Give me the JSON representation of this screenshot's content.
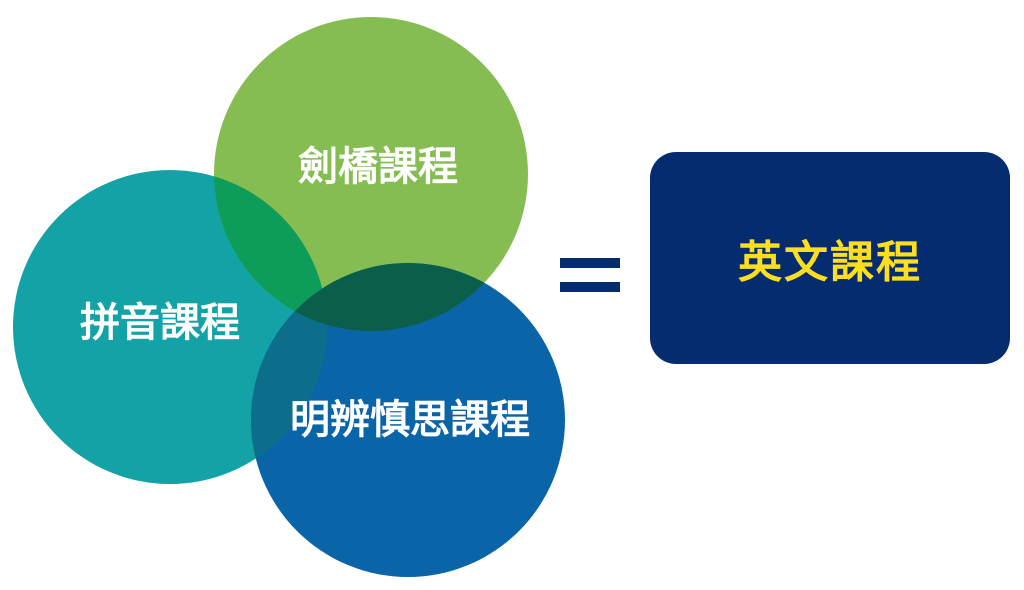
{
  "colors": {
    "phonics": "#13a3a6",
    "cambridge": "#86bd52",
    "critical_thinking": "#0a64a8",
    "overlap_phonics_cambridge": "#0d9c5a",
    "overlap_cambridge_critical": "#0b5e49",
    "overlap_phonics_critical": "#0d6e8c",
    "result_box": "#052c6e",
    "result_text": "#ffde1f"
  },
  "venn": {
    "phonics_label": "拼音課程",
    "cambridge_label": "劍橋課程",
    "critical_thinking_label": "明辨慎思課程"
  },
  "operator": "=",
  "result": {
    "label": "英文課程"
  }
}
